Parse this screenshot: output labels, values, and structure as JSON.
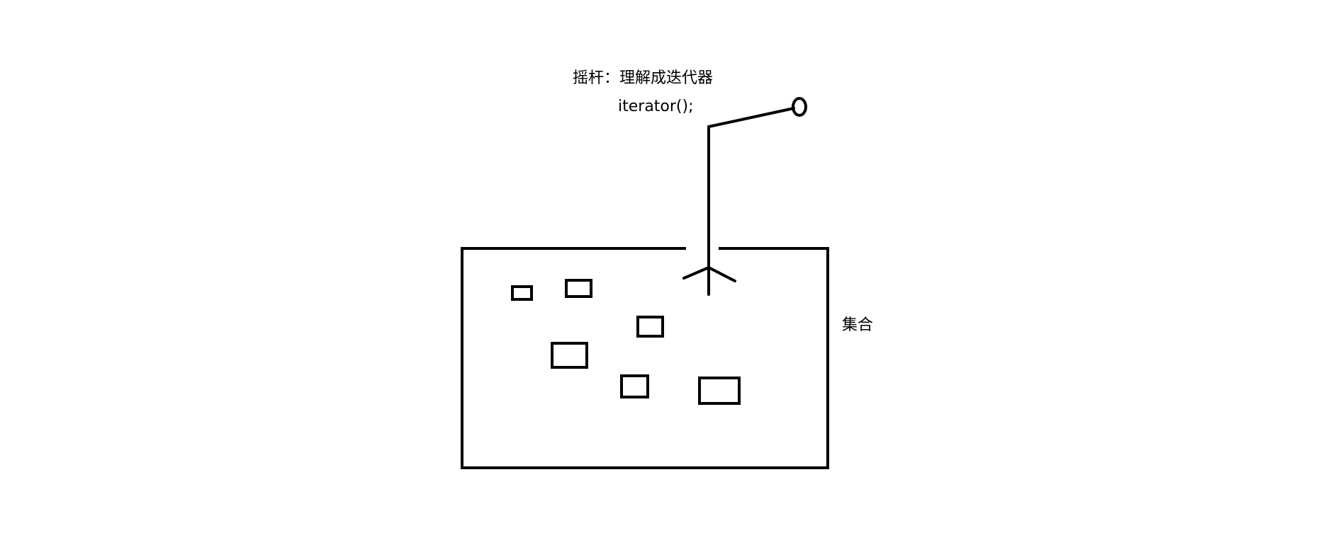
{
  "labels": {
    "joystick": "摇杆：理解成迭代器",
    "method": "iterator();",
    "collection": "集合"
  },
  "colors": {
    "stroke": "#000000",
    "background": "#ffffff"
  }
}
